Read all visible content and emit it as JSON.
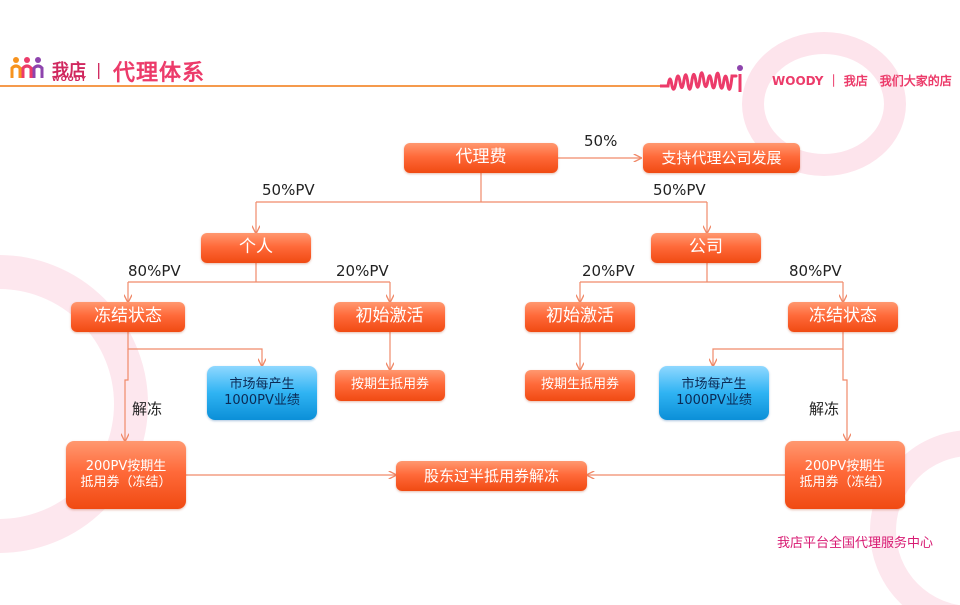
{
  "header": {
    "brand_cn": "我店",
    "brand_en": "WOODY",
    "separator": "|",
    "title": "代理体系",
    "right_slogan": "WOODY ｜ 我店　我们大家的店"
  },
  "footer": {
    "text": "我店平台全国代理服务中心"
  },
  "nodes": {
    "agent_fee": "代理费",
    "support": "支持代理公司发展",
    "individual": "个人",
    "company": "公司",
    "frozen_left": "冻结状态",
    "initial_left": "初始激活",
    "initial_right": "初始激活",
    "frozen_right": "冻结状态",
    "market_left": "市场每产生\n1000PV业绩",
    "voucher_left": "按期生抵用券",
    "voucher_right": "按期生抵用券",
    "market_right": "市场每产生\n1000PV业绩",
    "pv200_left": "200PV按期生\n抵用券（冻结）",
    "shareholder": "股东过半抵用券解冻",
    "pv200_right": "200PV按期生\n抵用券（冻结）"
  },
  "labels": {
    "pct_support": "50%",
    "pct_individual": "50%PV",
    "pct_company": "50%PV",
    "pct_ind_frozen": "80%PV",
    "pct_ind_initial": "20%PV",
    "pct_co_initial": "20%PV",
    "pct_co_frozen": "80%PV",
    "unfreeze_left": "解冻",
    "unfreeze_right": "解冻"
  },
  "colors": {
    "accent_pink": "#ec3b6a",
    "node_orange": "#ff6a3a",
    "node_blue": "#2fb3f3",
    "connector": "#f08a6a"
  }
}
